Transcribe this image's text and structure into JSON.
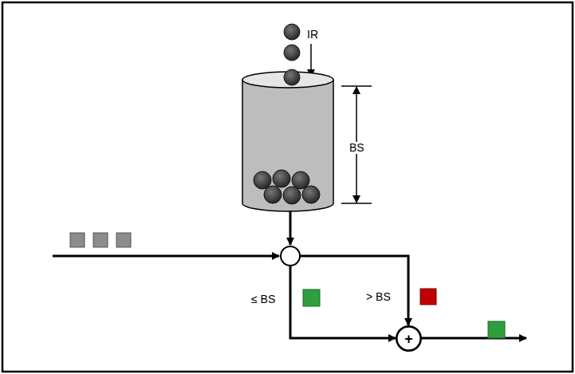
{
  "diagram": {
    "nodes": [
      {
        "text": [
          "+"
        ]
      }
    ],
    "labels": [
      "IR",
      "BS",
      "≤ BS",
      "> BS"
    ]
  }
}
